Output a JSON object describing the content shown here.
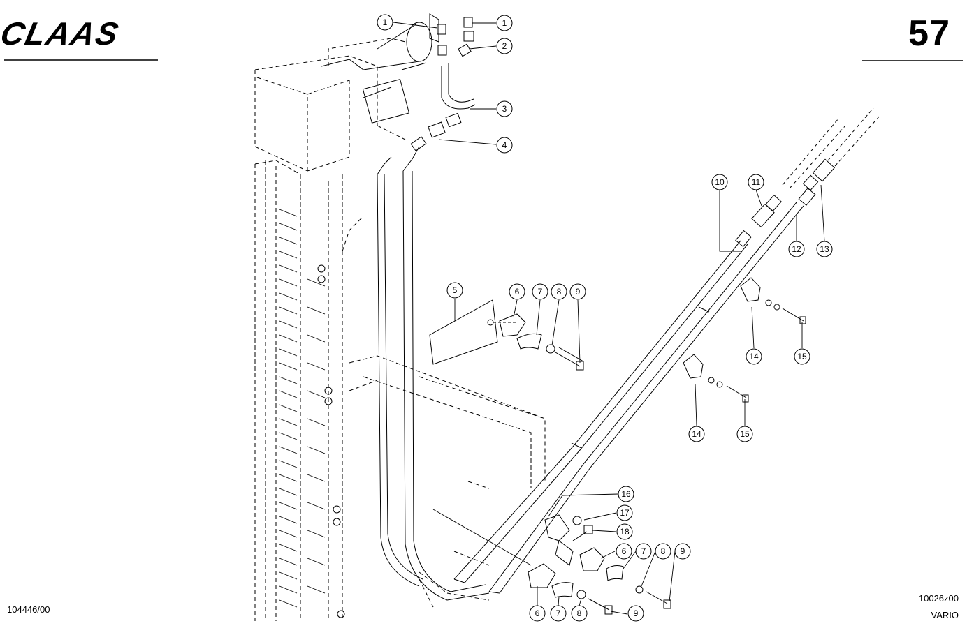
{
  "header": {
    "brand": "CLAAS",
    "page_number": "57"
  },
  "footer": {
    "drawing_number": "104446/00",
    "part_code": "10026z00",
    "model": "VARIO"
  },
  "callouts": [
    "1",
    "1",
    "2",
    "3",
    "4",
    "5",
    "6",
    "7",
    "8",
    "9",
    "10",
    "11",
    "12",
    "13",
    "14",
    "15",
    "14",
    "15",
    "16",
    "17",
    "18",
    "6",
    "7",
    "8",
    "9",
    "6",
    "7",
    "8",
    "9"
  ]
}
